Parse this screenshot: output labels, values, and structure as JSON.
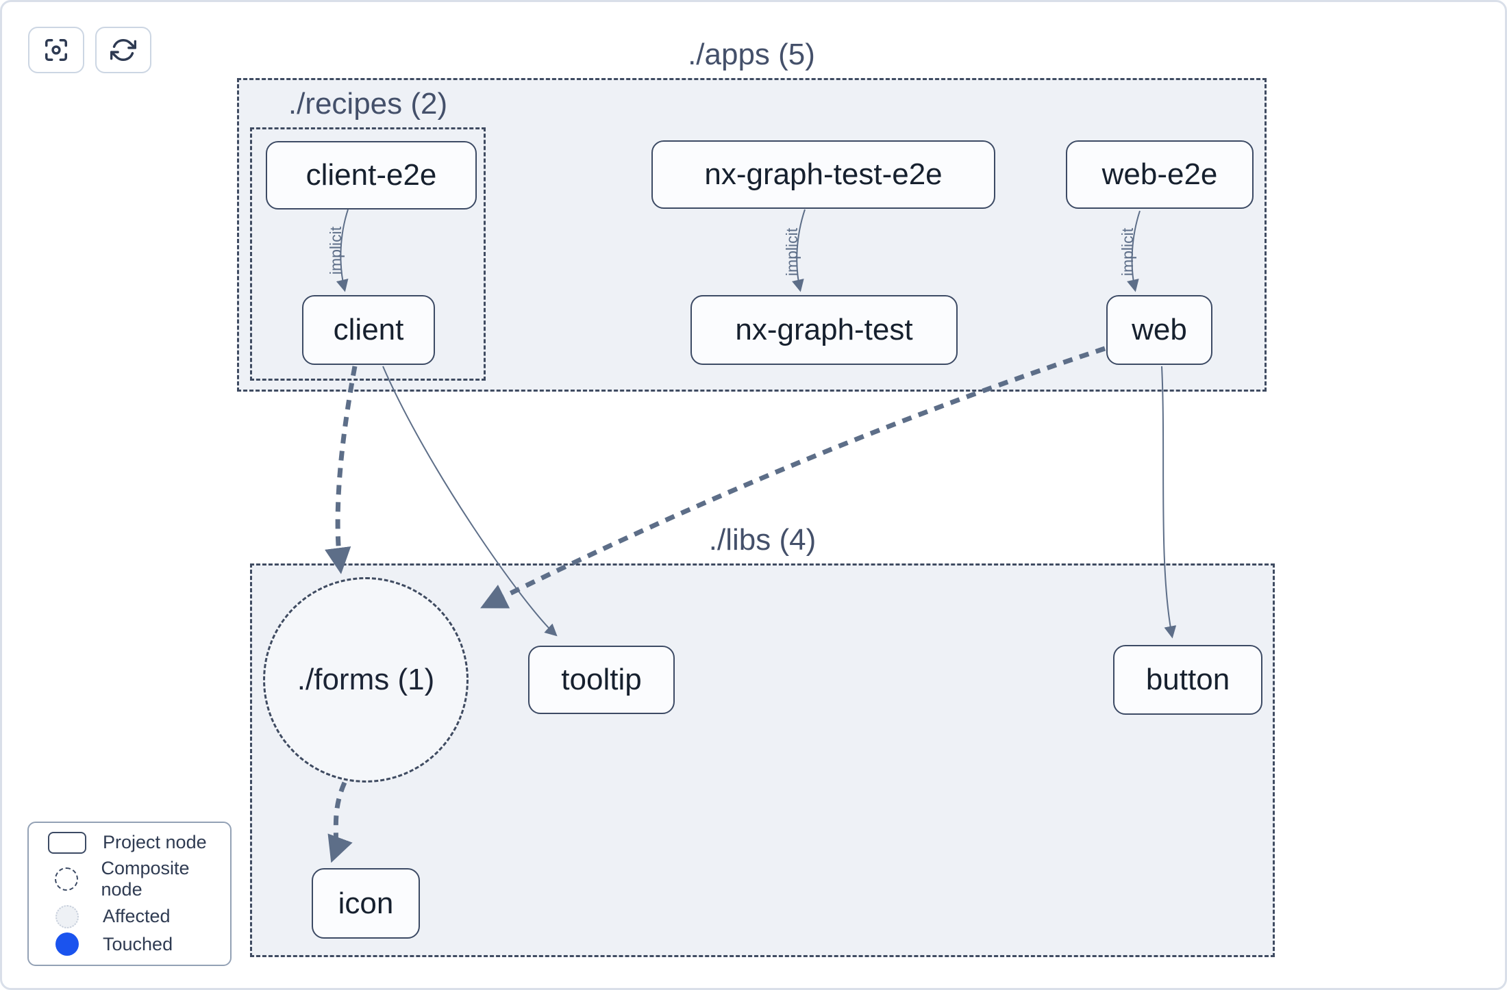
{
  "colors": {
    "touched_blue": "#1a53ee",
    "node_border": "#3c4a64",
    "edge_slate": "#5d6e88",
    "container_fill": "#eef1f6",
    "container_border": "#3f4b61"
  },
  "toolbar": {
    "buttons": [
      {
        "name": "zoom-to-fit",
        "icon": "focus-icon"
      },
      {
        "name": "refresh",
        "icon": "refresh-icon"
      }
    ]
  },
  "graph": {
    "groups": {
      "apps": {
        "label": "./apps (5)"
      },
      "recipes": {
        "label": "./recipes (2)"
      },
      "libs": {
        "label": "./libs (4)"
      }
    },
    "nodes": {
      "client_e2e": {
        "label": "client-e2e"
      },
      "nx_graph_test_e2e": {
        "label": "nx-graph-test-e2e"
      },
      "web_e2e": {
        "label": "web-e2e"
      },
      "client": {
        "label": "client"
      },
      "nx_graph_test": {
        "label": "nx-graph-test"
      },
      "web": {
        "label": "web"
      },
      "forms": {
        "label": "./forms (1)"
      },
      "tooltip": {
        "label": "tooltip"
      },
      "button": {
        "label": "button"
      },
      "icon": {
        "label": "icon"
      }
    },
    "edge_label": "implicit"
  },
  "legend": {
    "items": [
      {
        "label": "Project node"
      },
      {
        "label": "Composite node"
      },
      {
        "label": "Affected"
      },
      {
        "label": "Touched"
      }
    ]
  }
}
